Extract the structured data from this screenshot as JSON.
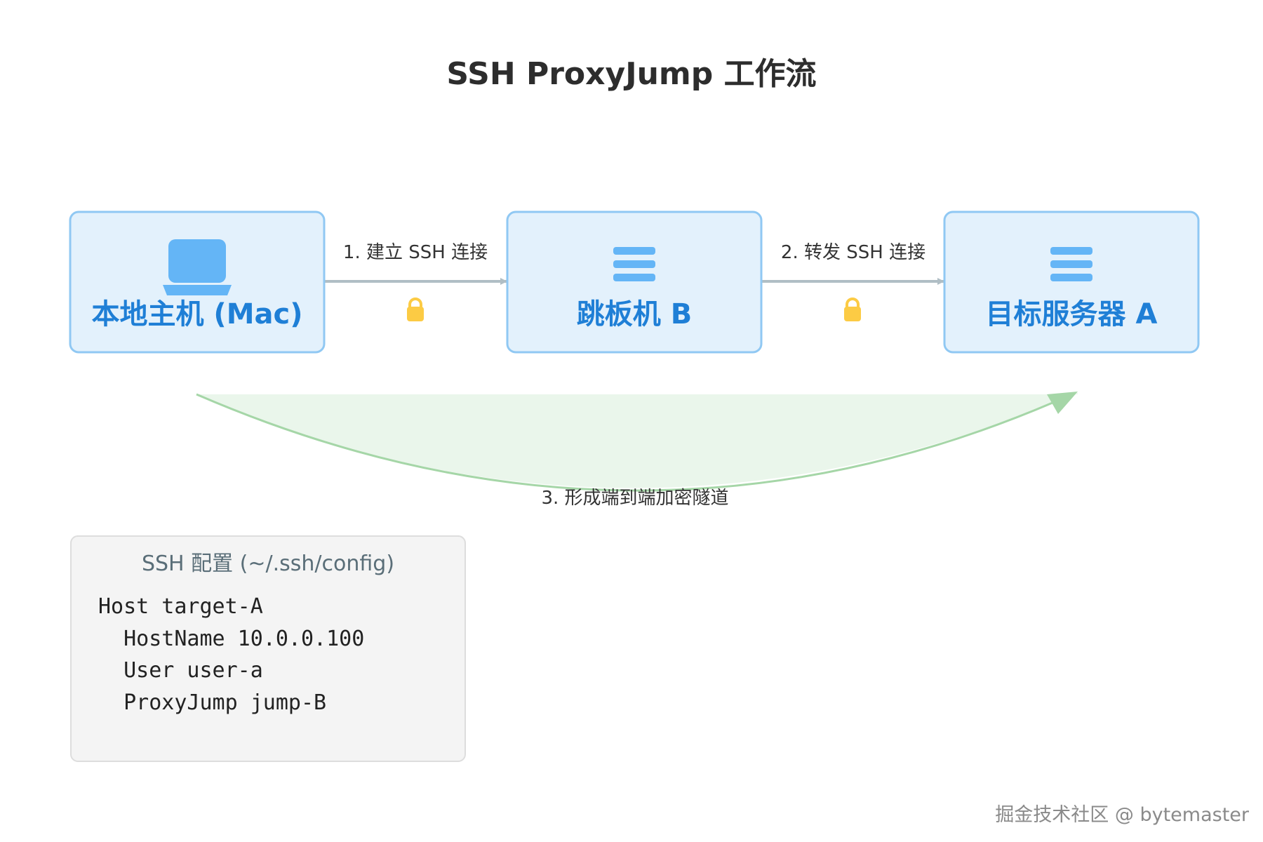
{
  "title": "SSH ProxyJump 工作流",
  "nodes": [
    {
      "id": "local",
      "label": "本地主机 (Mac)",
      "icon": "laptop-icon"
    },
    {
      "id": "jump",
      "label": "跳板机 B",
      "icon": "server-icon"
    },
    {
      "id": "target",
      "label": "目标服务器 A",
      "icon": "server-icon"
    }
  ],
  "edges": [
    {
      "from": "local",
      "to": "jump",
      "label": "1. 建立 SSH 连接",
      "icon": "lock-icon"
    },
    {
      "from": "jump",
      "to": "target",
      "label": "2. 转发 SSH 连接",
      "icon": "lock-icon"
    },
    {
      "from": "local",
      "to": "target",
      "label": "3. 形成端到端加密隧道",
      "style": "curved"
    }
  ],
  "config": {
    "title": "SSH 配置 (~/.ssh/config)",
    "lines": [
      "Host target-A",
      "  HostName 10.0.0.100",
      "  User user-a",
      "  ProxyJump jump-B"
    ]
  },
  "watermark": "掘金技术社区 @ bytemaster",
  "colors": {
    "node_fill": "#e3f1fc",
    "node_border": "#90c8f3",
    "node_text": "#1f7fd6",
    "icon": "#64b5f6",
    "arrow": "#b0bec5",
    "lock": "#fccb44",
    "tunnel": "#a5d6a7",
    "tunnel_fill": "#e8f5e9",
    "config_bg": "#f4f4f4",
    "config_border": "#dddddd"
  }
}
